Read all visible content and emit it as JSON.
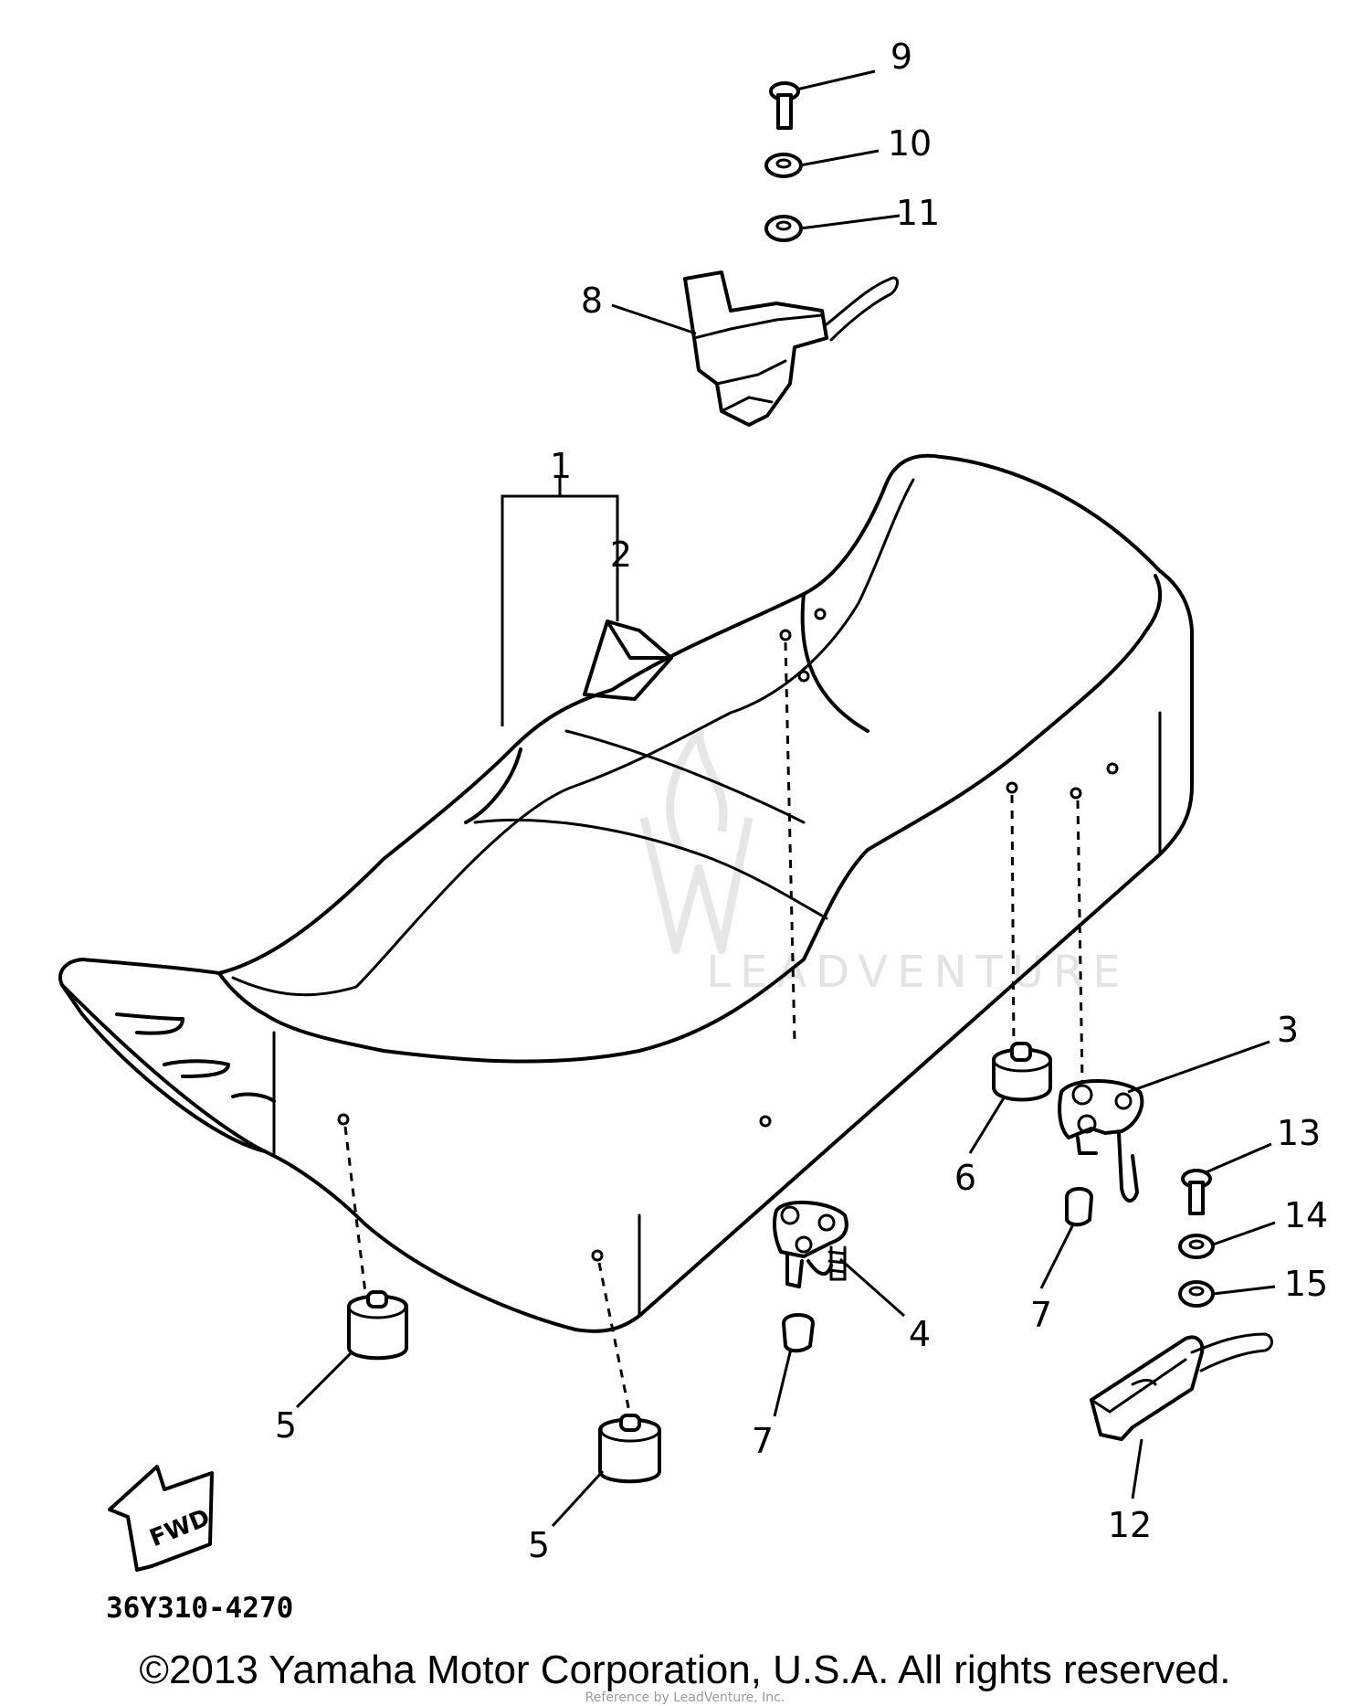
{
  "callouts": {
    "c1": "1",
    "c2": "2",
    "c3": "3",
    "c4": "4",
    "c5a": "5",
    "c5b": "5",
    "c6": "6",
    "c7a": "7",
    "c7b": "7",
    "c8": "8",
    "c9": "9",
    "c10": "10",
    "c11": "11",
    "c12": "12",
    "c13": "13",
    "c14": "14",
    "c15": "15"
  },
  "fwd_label": "FWD",
  "diagram_code": "36Y310-4270",
  "watermark": {
    "brand": "LEADVENTURE",
    "footer_text": "Reference by LeadVenture, Inc."
  },
  "copyright": "©2013 Yamaha Motor Corporation, U.S.A. All rights reserved."
}
